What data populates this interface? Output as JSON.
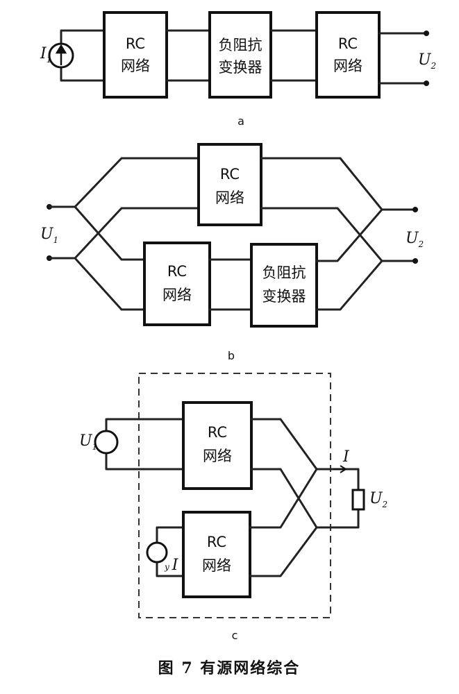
{
  "figure": {
    "a": {
      "blocks": [
        {
          "line1": "RC",
          "line2": "网络"
        },
        {
          "line1": "负阻抗",
          "line2": "变换器"
        },
        {
          "line1": "RC",
          "line2": "网络"
        }
      ],
      "input": {
        "main": "I",
        "sub": "1"
      },
      "output": {
        "main": "U",
        "sub": "2"
      },
      "panel_label": "a"
    },
    "b": {
      "blocks": [
        {
          "line1": "RC",
          "line2": "网络"
        },
        {
          "line1": "RC",
          "line2": "网络"
        },
        {
          "line1": "负阻抗",
          "line2": "变换器"
        }
      ],
      "input": {
        "main": "U",
        "sub": "1"
      },
      "output": {
        "main": "U",
        "sub": "2"
      },
      "panel_label": "b"
    },
    "c": {
      "blocks": [
        {
          "line1": "RC",
          "line2": "网络"
        },
        {
          "line1": "RC",
          "line2": "网络"
        }
      ],
      "input": {
        "main": "U",
        "sub": "1"
      },
      "output": {
        "main": "U",
        "sub": "2"
      },
      "current": "I",
      "controlled_source": {
        "coef": "y",
        "var": "I"
      },
      "panel_label": "c"
    },
    "caption": "图 7   有源网络综合"
  }
}
